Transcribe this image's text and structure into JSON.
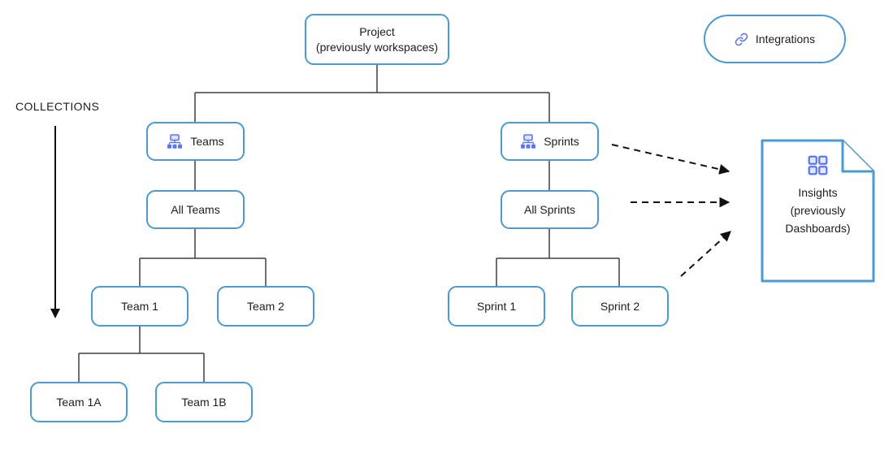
{
  "diagram": {
    "collections_label": "COLLECTIONS",
    "nodes": {
      "project": {
        "lines": [
          "Project",
          "(previously workspaces)"
        ]
      },
      "teams": {
        "label": "Teams",
        "icon": "org-chart-icon"
      },
      "sprints": {
        "label": "Sprints",
        "icon": "org-chart-icon"
      },
      "all_teams": {
        "label": "All Teams"
      },
      "all_sprints": {
        "label": "All Sprints"
      },
      "team_1": {
        "label": "Team 1"
      },
      "team_2": {
        "label": "Team 2"
      },
      "team_1a": {
        "label": "Team 1A"
      },
      "team_1b": {
        "label": "Team 1B"
      },
      "sprint_1": {
        "label": "Sprint 1"
      },
      "sprint_2": {
        "label": "Sprint 2"
      },
      "integrations": {
        "label": "Integrations",
        "icon": "link-icon"
      },
      "insights": {
        "lines": [
          "Insights",
          "(previously",
          "Dashboards)"
        ],
        "icon": "grid-icon"
      }
    },
    "edges": [
      {
        "from": "project",
        "to": "teams",
        "style": "solid"
      },
      {
        "from": "project",
        "to": "sprints",
        "style": "solid"
      },
      {
        "from": "teams",
        "to": "all_teams",
        "style": "solid"
      },
      {
        "from": "all_teams",
        "to": "team_1",
        "style": "solid"
      },
      {
        "from": "all_teams",
        "to": "team_2",
        "style": "solid"
      },
      {
        "from": "team_1",
        "to": "team_1a",
        "style": "solid"
      },
      {
        "from": "team_1",
        "to": "team_1b",
        "style": "solid"
      },
      {
        "from": "sprints",
        "to": "all_sprints",
        "style": "solid"
      },
      {
        "from": "all_sprints",
        "to": "sprint_1",
        "style": "solid"
      },
      {
        "from": "all_sprints",
        "to": "sprint_2",
        "style": "solid"
      },
      {
        "from": "sprints",
        "to": "insights",
        "style": "dashed-arrow"
      },
      {
        "from": "all_sprints",
        "to": "insights",
        "style": "dashed-arrow"
      },
      {
        "from": "sprint_2",
        "to": "insights",
        "style": "dashed-arrow"
      }
    ],
    "colors": {
      "node_border": "#4a9bd3",
      "icon_accent": "#5b76f0",
      "icon_fill_light": "#dce4fc",
      "connector_line": "#3f3f3f",
      "arrow_black": "#111111",
      "text": "#1d1d1f",
      "background": "#ffffff"
    }
  }
}
